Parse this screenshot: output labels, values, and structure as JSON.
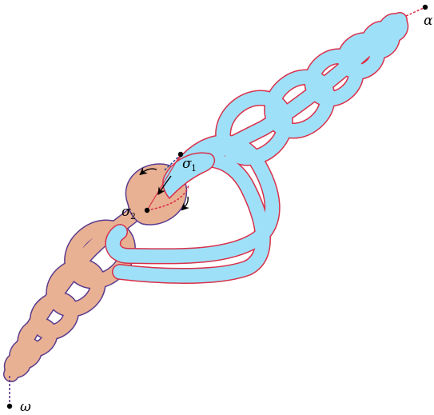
{
  "labels": {
    "alpha": "α",
    "omega": "ω",
    "sigma1": "σ",
    "sigma1_sub": "1",
    "sigma2": "σ",
    "sigma2_sub": "2"
  },
  "colors": {
    "blue_band_fill": "#9ee0f7",
    "blue_band_edge": "#d9304a",
    "tan_band_fill": "#e9b193",
    "tan_band_edge": "#5a3b8f",
    "dashed_red": "#d9304a",
    "dashed_blue": "#2b4c9a",
    "point": "#000000"
  }
}
